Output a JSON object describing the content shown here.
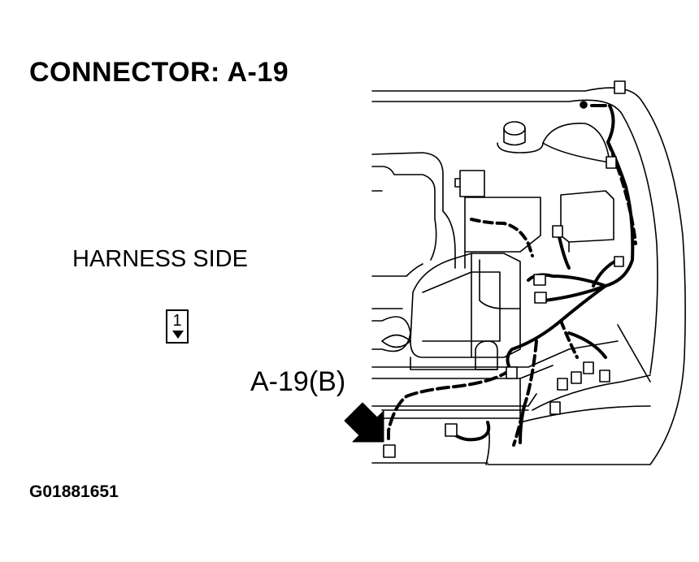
{
  "title": "CONNECTOR: A-19",
  "harness_label": "HARNESS SIDE",
  "pin_number": "1",
  "callout_label": "A-19(B)",
  "figure_id": "G01881651"
}
